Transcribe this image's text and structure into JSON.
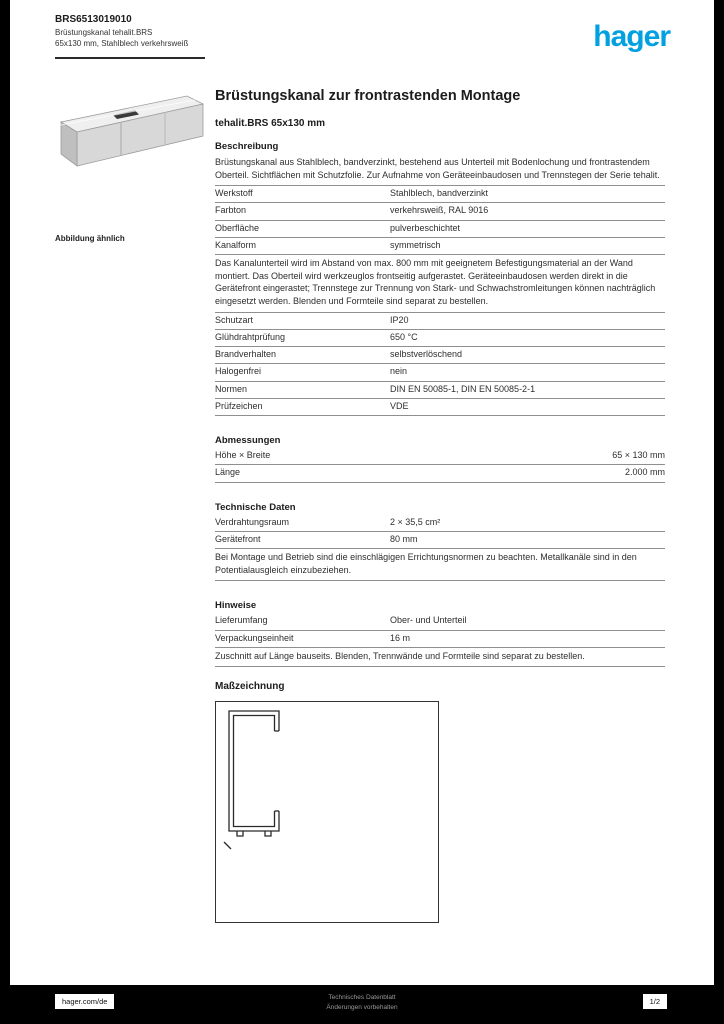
{
  "page": {
    "doc_header": {
      "line1": "BRS6513019010",
      "line2": "Brüstungskanal tehalit.BRS",
      "line3": "65x130 mm, Stahlblech verkehrsweiß"
    },
    "logo_text": "hager",
    "image_caption": "Abbildung ähnlich"
  },
  "product": {
    "title": "Brüstungskanal zur frontrastenden Montage",
    "subtitle": "tehalit.BRS 65x130 mm"
  },
  "spec_sections": [
    {
      "type": "header",
      "text": "Beschreibung"
    },
    {
      "type": "paragraph",
      "text": "Brüstungskanal aus Stahlblech, bandverzinkt, bestehend aus Unterteil mit Bodenlochung und frontrastendem Oberteil. Sichtflächen mit Schutzfolie. Zur Aufnahme von Geräteeinbaudosen und Trennstegen der Serie tehalit."
    },
    {
      "type": "row",
      "label": "Werkstoff",
      "value": "Stahlblech, bandverzinkt"
    },
    {
      "type": "row",
      "label": "Farbton",
      "value": "verkehrsweiß, RAL 9016"
    },
    {
      "type": "row",
      "label": "Oberfläche",
      "value": "pulverbeschichtet"
    },
    {
      "type": "row",
      "label": "Kanalform",
      "value": "symmetrisch"
    },
    {
      "type": "paragraph",
      "text": "Das Kanalunterteil wird im Abstand von max. 800 mm mit geeignetem Befestigungsmaterial an der Wand montiert. Das Oberteil wird werkzeuglos frontseitig aufgerastet. Geräteeinbaudosen werden direkt in die Gerätefront eingerastet; Trennstege zur Trennung von Stark- und Schwachstromleitungen können nachträglich eingesetzt werden. Blenden und Formteile sind separat zu bestellen."
    },
    {
      "type": "row",
      "label": "Schutzart",
      "value": "IP20"
    },
    {
      "type": "row",
      "label": "Glühdrahtprüfung",
      "value": "650 °C"
    },
    {
      "type": "row",
      "label": "Brandverhalten",
      "value": "selbstverlöschend"
    },
    {
      "type": "row",
      "label": "Halogenfrei",
      "value": "nein"
    },
    {
      "type": "row",
      "label": "Normen",
      "value": "DIN EN 50085-1, DIN EN 50085-2-1"
    },
    {
      "type": "row",
      "label": "Prüfzeichen",
      "value": "VDE"
    },
    {
      "type": "gap"
    },
    {
      "type": "header",
      "text": "Abmessungen"
    },
    {
      "type": "row",
      "label": "Höhe × Breite",
      "value": "65 × 130 mm",
      "align": "right"
    },
    {
      "type": "row",
      "label": "Länge",
      "value": "2.000 mm",
      "align": "right"
    },
    {
      "type": "gap"
    },
    {
      "type": "header",
      "text": "Technische Daten"
    },
    {
      "type": "row",
      "label": "Verdrahtungsraum",
      "value": "2 × 35,5 cm²"
    },
    {
      "type": "row",
      "label": "Gerätefront",
      "value": "80 mm"
    },
    {
      "type": "paragraph",
      "text": "Bei Montage und Betrieb sind die einschlägigen Errichtungsnormen zu beachten. Metallkanäle sind in den Potentialausgleich einzubeziehen."
    },
    {
      "type": "gap"
    },
    {
      "type": "header",
      "text": "Hinweise"
    },
    {
      "type": "row",
      "label": "Lieferumfang",
      "value": "Ober- und Unterteil"
    },
    {
      "type": "row",
      "label": "Verpackungseinheit",
      "value": "16 m"
    },
    {
      "type": "paragraph",
      "text": "Zuschnitt auf Länge bauseits. Blenden, Trennwände und Formteile sind separat zu bestellen."
    }
  ],
  "drawing": {
    "label": "Maßzeichnung"
  },
  "footer": {
    "website": "hager.com/de",
    "center_line1": "Technisches Datenblatt",
    "center_line2": "Änderungen vorbehalten",
    "page_indicator": "1/2"
  },
  "colors": {
    "brand_blue": "#00a0e1"
  }
}
